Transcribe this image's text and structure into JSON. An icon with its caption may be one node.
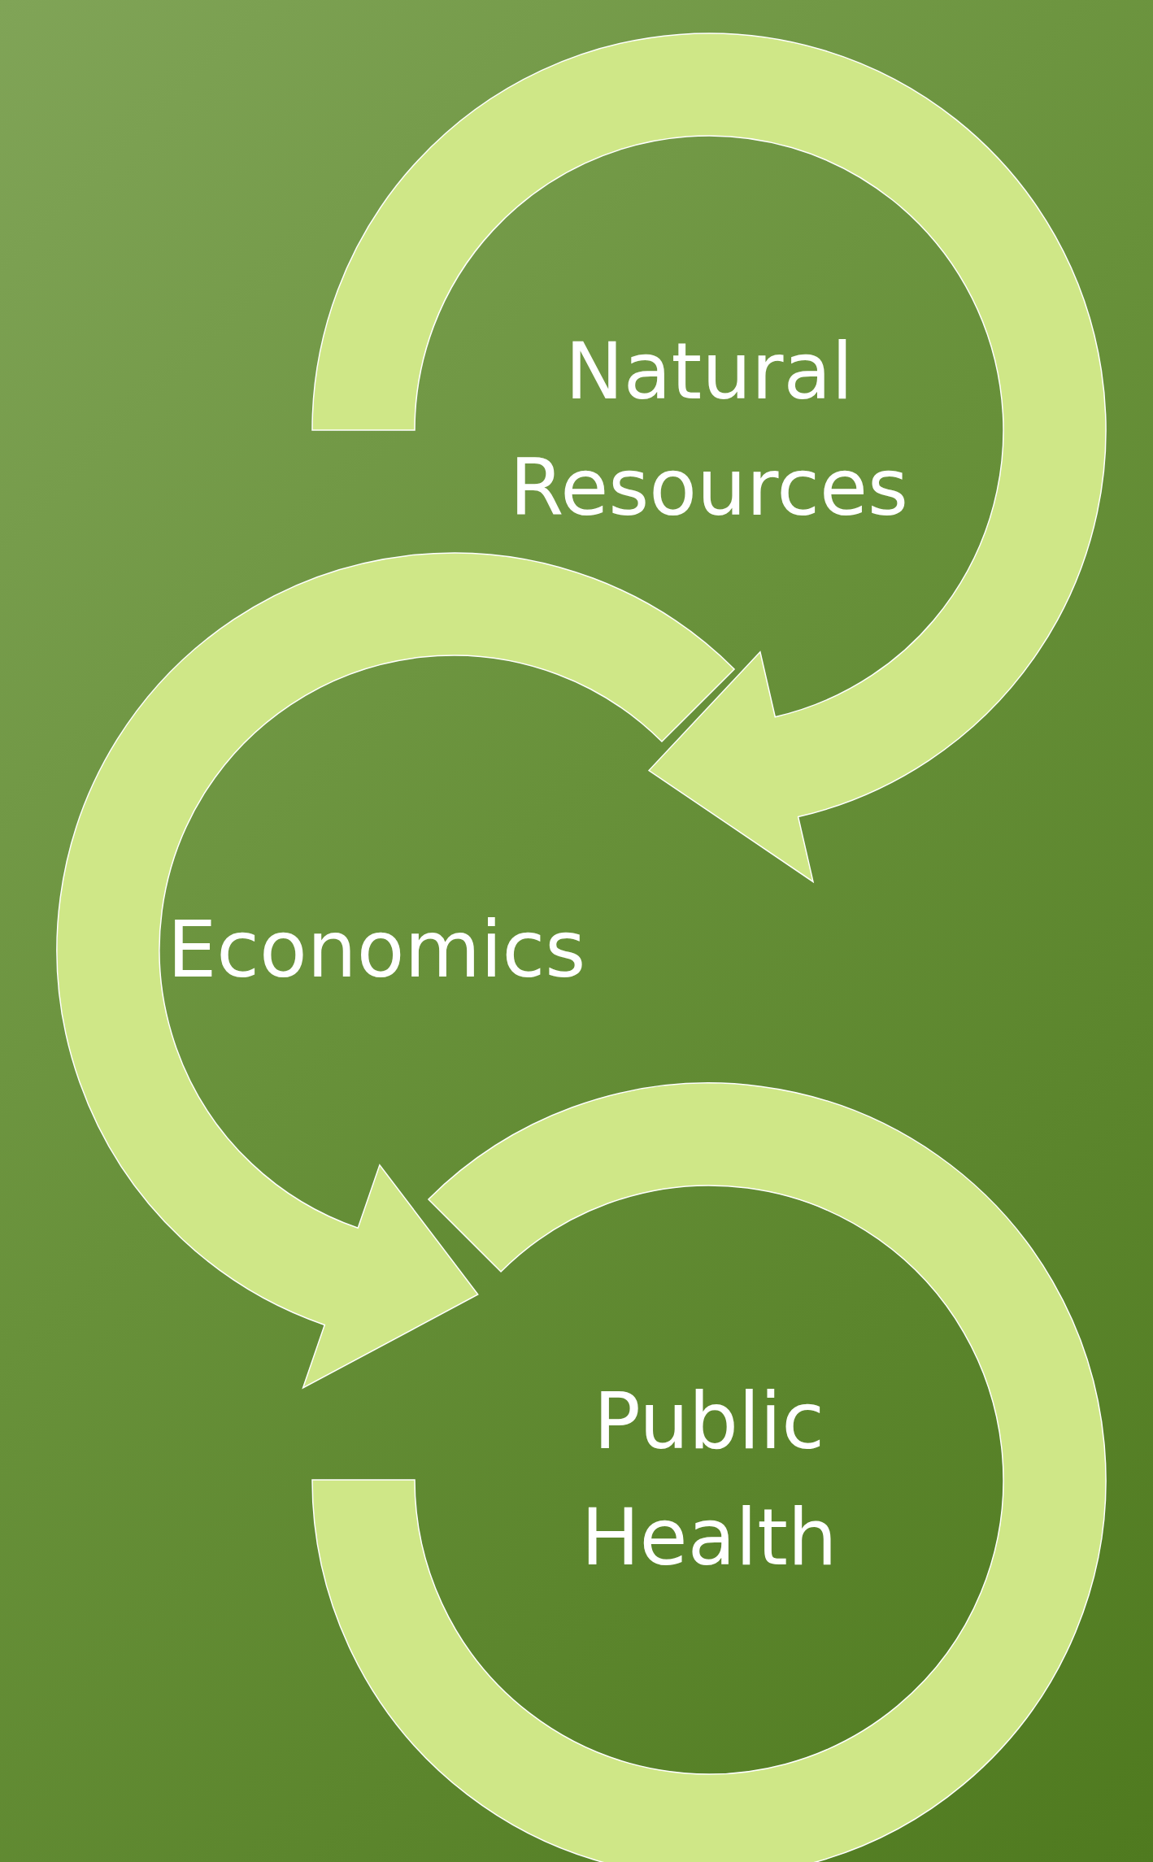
{
  "diagram": {
    "nodes": [
      {
        "text": [
          "Natural Resources"
        ]
      },
      {
        "text": [
          "Economics"
        ]
      },
      {
        "text": [
          "Public Health"
        ]
      }
    ],
    "edges": [
      {
        "from": 0,
        "to": 1,
        "arrow": "to"
      },
      {
        "from": 1,
        "to": 2,
        "arrow": "to"
      }
    ]
  }
}
